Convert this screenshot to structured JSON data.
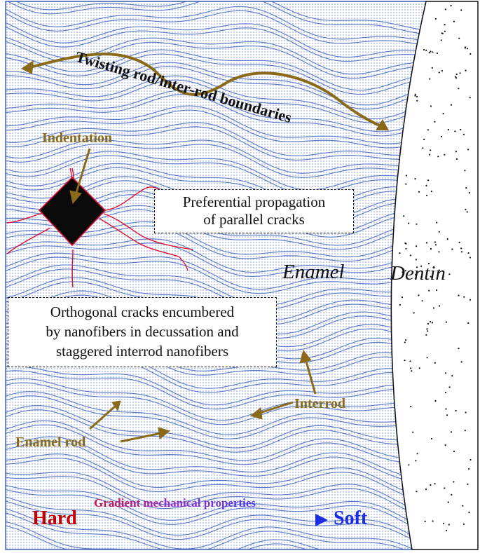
{
  "title": "Twisting rod/inter-rod boundaries",
  "labels": {
    "indentation": "Indentation",
    "enamel": "Enamel",
    "dentin": "Dentin",
    "interrod": "Interrod",
    "enamel_rod": "Enamel rod"
  },
  "boxes": {
    "parallel_line1": "Preferential propagation",
    "parallel_line2": "of parallel cracks",
    "orthogonal_line1": "Orthogonal cracks encumbered",
    "orthogonal_line2": "by nanofibers in decussation and",
    "orthogonal_line3": "staggered interrod nanofibers"
  },
  "gradient": {
    "caption": "Gradient mechanical properties",
    "hard": "Hard",
    "soft": "Soft"
  },
  "colors": {
    "arrow_gold": "#8a6a18",
    "crack_red": "#e0102a",
    "rod_blue": "#5a78c8",
    "hard_red": "#c00000",
    "soft_blue": "#1a2de0"
  }
}
